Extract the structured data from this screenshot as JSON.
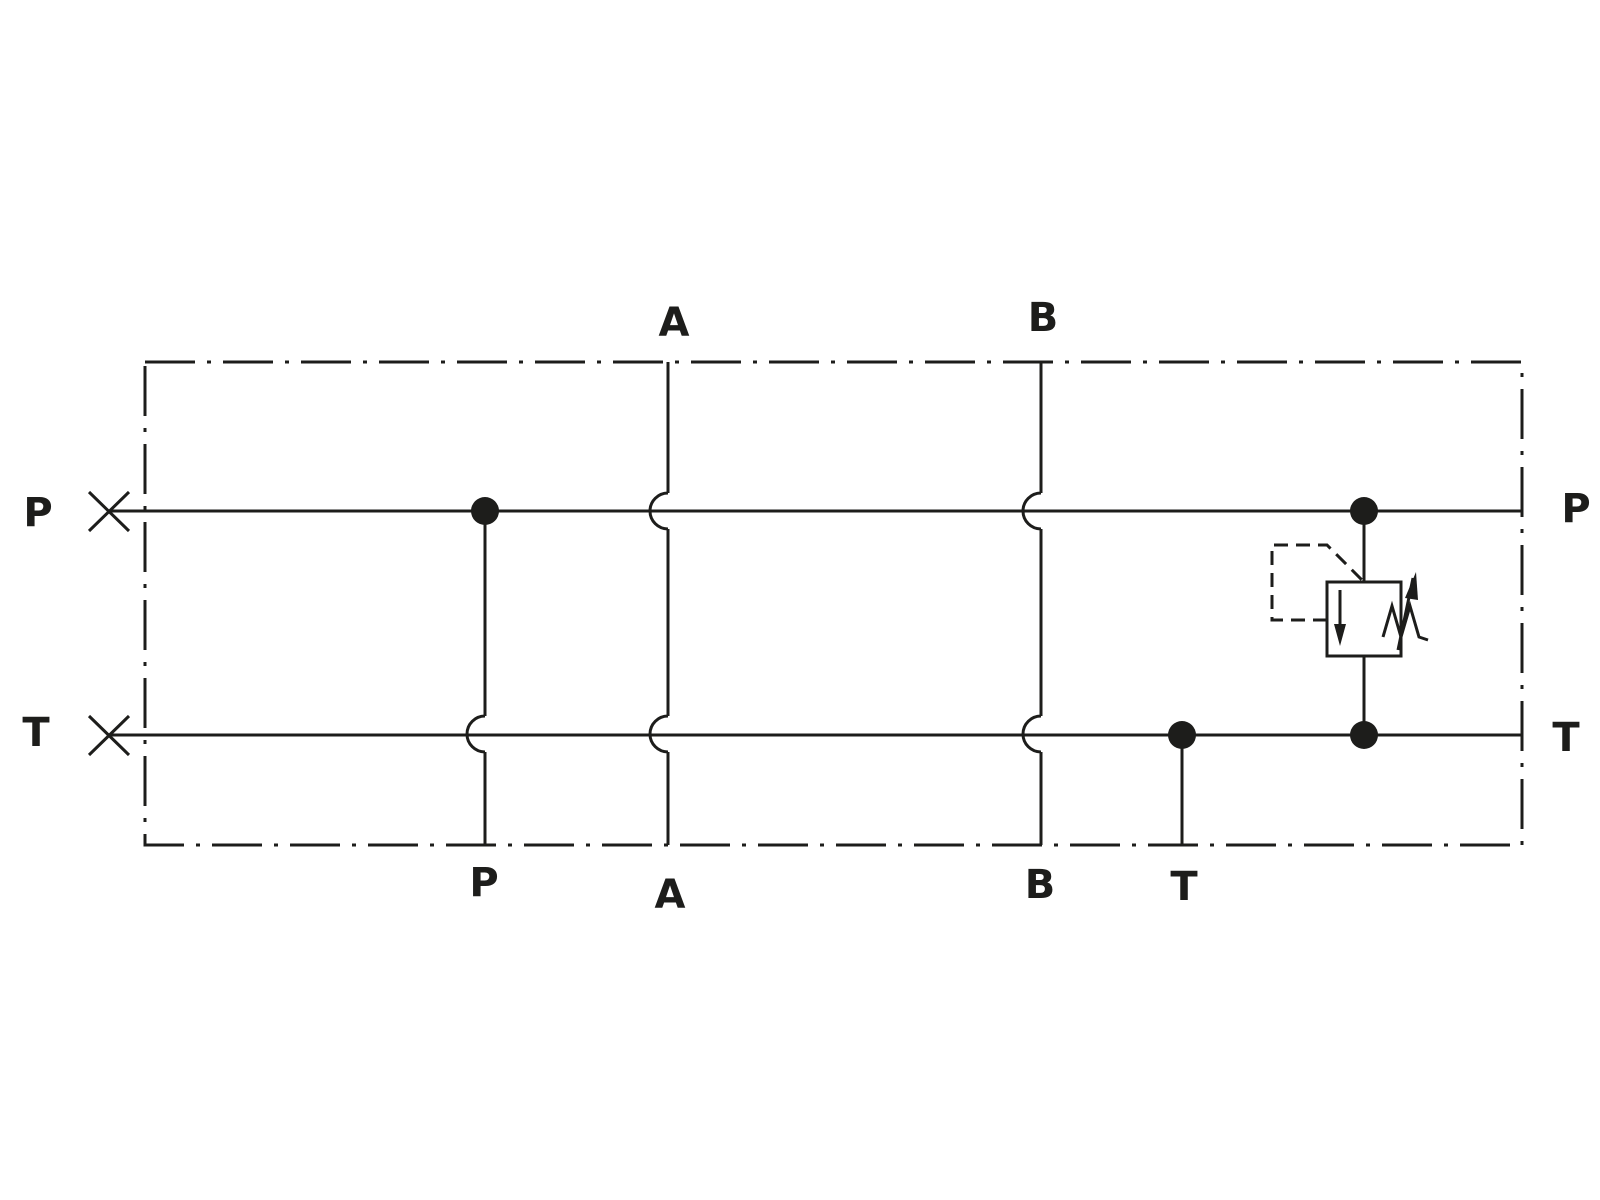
{
  "colors": {
    "ink": "#1d1d1b",
    "background": "#ffffff"
  },
  "ports": {
    "left_p": "P",
    "left_t": "T",
    "right_p": "P",
    "right_t": "T",
    "top_a": "A",
    "top_b": "B",
    "bottom_p": "P",
    "bottom_a": "A",
    "bottom_b": "B",
    "bottom_t": "T"
  },
  "symbols": {
    "left_p_plug": "x-plug-icon",
    "left_t_plug": "x-plug-icon",
    "relief_valve": "adjustable-pressure-relief-valve-icon"
  }
}
